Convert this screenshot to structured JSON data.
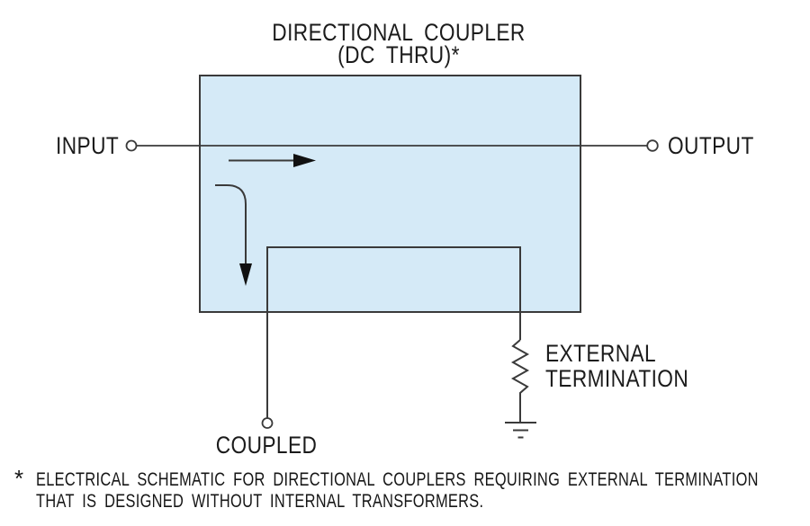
{
  "title": {
    "line1": "DIRECTIONAL COUPLER",
    "line2": "(DC THRU)*"
  },
  "labels": {
    "input": "INPUT",
    "output": "OUTPUT",
    "coupled": "COUPLED",
    "external_line1": "EXTERNAL",
    "external_line2": "TERMINATION"
  },
  "footnote": {
    "marker": "*",
    "line1": "ELECTRICAL SCHEMATIC FOR DIRECTIONAL COUPLERS REQUIRING EXTERNAL TERMINATION",
    "line2": "THAT IS DESIGNED WITHOUT INTERNAL TRANSFORMERS."
  },
  "colors": {
    "coupler_fill": "#d5eaf7",
    "line": "#3a3a3a",
    "text": "#1b1b1b",
    "background": "#ffffff"
  },
  "symbols": {
    "input_terminal": "open-circle-terminal",
    "output_terminal": "open-circle-terminal",
    "coupled_terminal": "open-circle-terminal",
    "through_path": "right-arrow",
    "coupling_path": "curved-down-arrow",
    "termination": "resistor-zigzag",
    "ground": "ground-symbol"
  }
}
